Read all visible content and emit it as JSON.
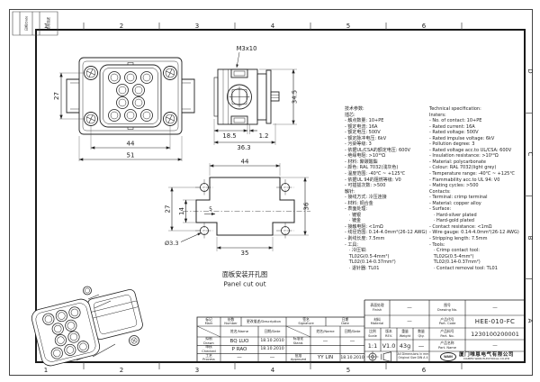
{
  "frame": {
    "cols": [
      "1",
      "2",
      "3",
      "4",
      "5",
      "6"
    ],
    "rows": [
      "D",
      "C",
      "B",
      "A"
    ],
    "corner": {
      "c1": "日期/Date",
      "c2": "更改描述"
    }
  },
  "views": {
    "front": {
      "d27": "27",
      "d44": "44",
      "d51": "51"
    },
    "side": {
      "screw": "M3x10",
      "d345": "34.5",
      "d185": "18.5",
      "d12": "1.2",
      "d363": "36.3"
    },
    "cutout": {
      "d44": "44",
      "d27": "27",
      "d14": "14",
      "d5": "5",
      "d36": "36",
      "d35": "35",
      "hole": "Ø3.3",
      "cap_cn": "面板安装开孔图",
      "cap_en": "Panel cut out"
    }
  },
  "spec_cn": {
    "lines": [
      "技术参数:",
      "插芯:",
      "- 触点数量: 10+PE",
      "- 额定电流: 16A",
      "- 额定电压: 500V",
      "- 额定脉冲电压: 6kV",
      "- 污染等级: 3",
      "- 依据UL/CSA的额定电压: 600V",
      "- 绝缘电阻: >10¹⁰Ω",
      "- 材料: 聚碳酸酯",
      "- 颜色: RAL 7032(浅灰色)",
      "- 温度范围: -40℃ ~ +125℃",
      "- 依据UL 94的阻燃等级: V0",
      "- 可插拔次数: >500",
      "触针:",
      "- 接线方式: 冷压连接",
      "- 材料: 铜合金",
      "- 表面处理:",
      "   · 镀银",
      "   · 镀金",
      "- 接触电阻: <1mΩ",
      "- 线径范围: 0.14-4.0mm²(26-12 AWG)",
      "- 剥线长度: 7.5mm",
      "- 工具:",
      "   · 冷压钳:",
      "   TL02G(0.5-4mm²)",
      "   TL02(0.14-0.37mm²)",
      "   · 退针器: TL01"
    ]
  },
  "spec_en": {
    "lines": [
      "Technical specification:",
      "Insters:",
      "- No. of contact: 10+PE",
      "- Rated current: 16A",
      "- Rated voltage: 500V",
      "- Rated impulse voltage: 6kV",
      "- Pollution degree: 3",
      "- Rated voltage acc.to UL/CSA: 600V",
      "- Insulation resistance: >10¹⁰Ω",
      "- Material: polycarbonate",
      "- Colour: RAL 7032(light grey)",
      "- Temperature range: -40℃ ~ +125℃",
      "- Flammability acc.to UL 94: V0",
      "- Mating cycles: >500",
      "Contacts:",
      "- Terminal: crimp terminal",
      "- Material: copper alloy",
      "- Surface:",
      "   · Hard-silver plated",
      "   · Hard-gold plated",
      "- Contact resistance: <1mΩ",
      "- Wire gauge: 0.14-4.0mm²(26-12 AWG)",
      "- Stripping length: 7.5mm",
      "- Tools:",
      "   · Crimp contact tool:",
      "   TL02G(0.5-4mm²)",
      "   TL02(0.14-0.37mm²)",
      "   · Contact removal tool: TL01"
    ]
  },
  "tb": {
    "mark_cn": "标记",
    "mark_en": "Mark",
    "number_cn": "处数",
    "number_en": "Number",
    "desc": "更改描述/Description",
    "sig_cn": "签名",
    "sig_en": "Signature",
    "date_cn": "日期",
    "date_en": "Date",
    "name_hdr": "姓名/Name",
    "date_hdr": "日期/Date",
    "drawn_cn": "拟制",
    "drawn_en": "Drawn",
    "drawn_name": "BQ LUO",
    "drawn_date": "18.10.2010",
    "checked_cn": "审核",
    "checked_en": "Checked",
    "checked_name": "P RAO",
    "checked_date": "18.10.2010",
    "process_cn": "工艺",
    "process_en": "Process",
    "process_name": "—",
    "process_date": "—",
    "stand_cn": "标准化",
    "stand_en": "Stand.",
    "stand_name": "—",
    "stand_date": "—",
    "appr_cn": "批准",
    "appr_en": "Approved",
    "appr_name": "YY LIN",
    "appr_date": "18.10.2010",
    "finish_cn": "表面处理",
    "finish_en": "Finish",
    "finish_val": "—",
    "mat_cn": "材料",
    "mat_en": "Material",
    "mat_val": "—",
    "scale_cn": "比例",
    "scale_en": "Scale",
    "scale_val": "1:1",
    "rev_cn": "版本",
    "rev_en": "REV.",
    "rev_val": "V1.0",
    "weight_cn": "重量",
    "weight_en": "Weight",
    "weight_val": "43g",
    "qty_cn": "数量",
    "qty_en": "Qty.",
    "qty_val": "—",
    "note1": "All Dimensions in mm",
    "note2": "Original Size DIN A 4",
    "dwg_cn": "图号",
    "dwg_en": "Drawing No.",
    "dwg_val": "—",
    "code_cn": "产品代号",
    "code_en": "Part. Code",
    "code_val": "HEE-010-FC",
    "no_cn": "产品料号",
    "no_en": "Part. No.",
    "no_val": "1230100200001",
    "name_cn": "产品名称",
    "name_en": "Part. Name",
    "name_val": "—",
    "logo": "WAIN",
    "co_cn": "厦门唯恩电气有限公司",
    "co_en": "XIAMEN WAIN ELECTRICAL CO.LTD"
  }
}
